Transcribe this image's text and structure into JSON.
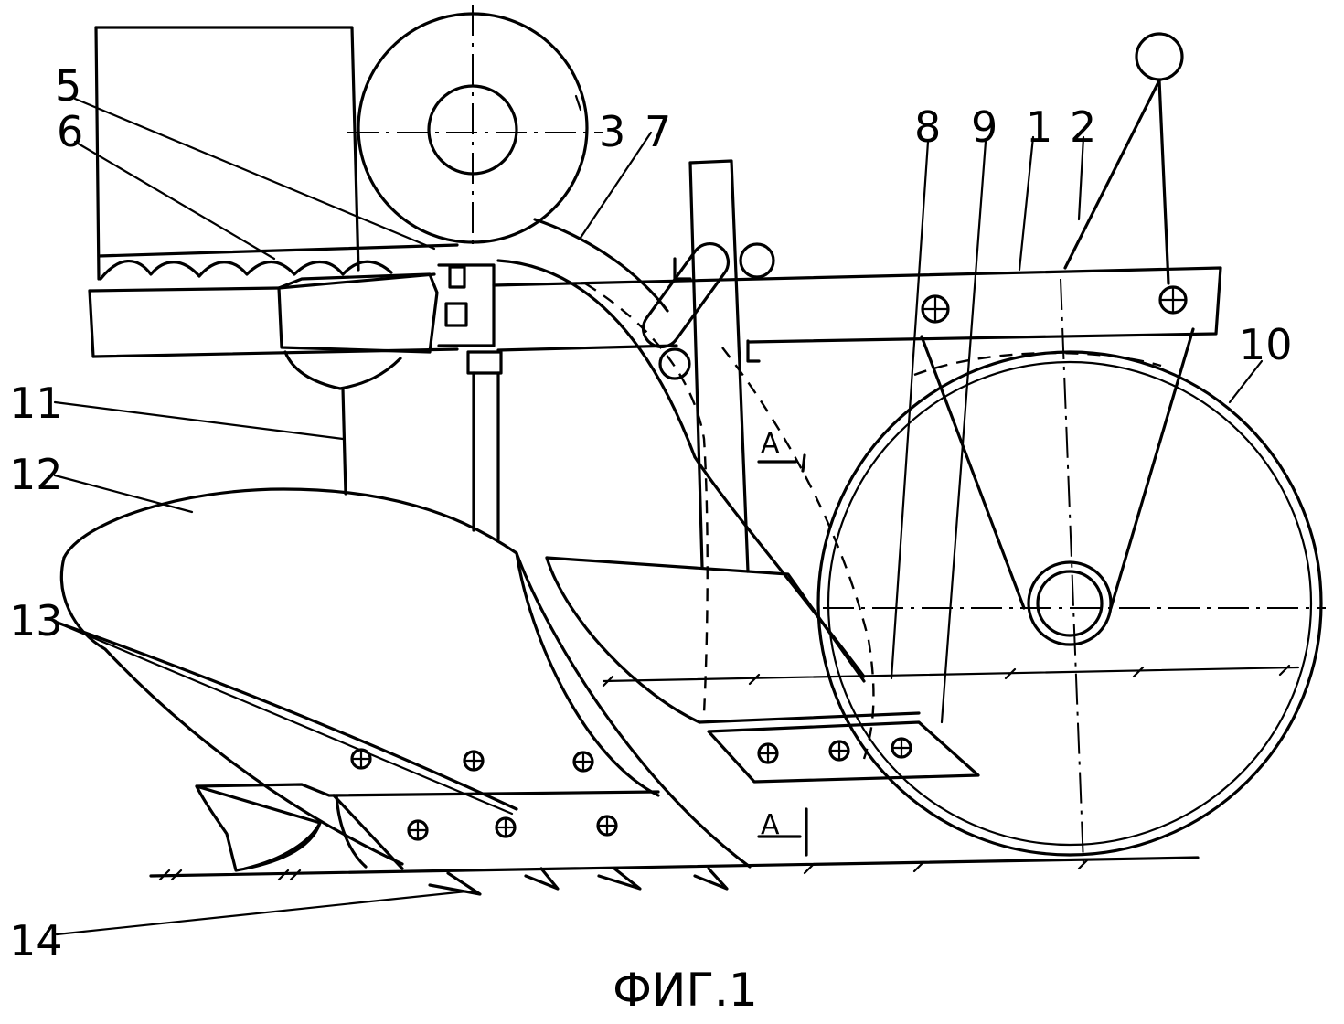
{
  "figure": {
    "caption": "ФИГ.1",
    "section_mark": "А",
    "part_labels": [
      "1",
      "2",
      "3",
      "5",
      "6",
      "7",
      "8",
      "9",
      "10",
      "11",
      "12",
      "13",
      "14"
    ]
  }
}
